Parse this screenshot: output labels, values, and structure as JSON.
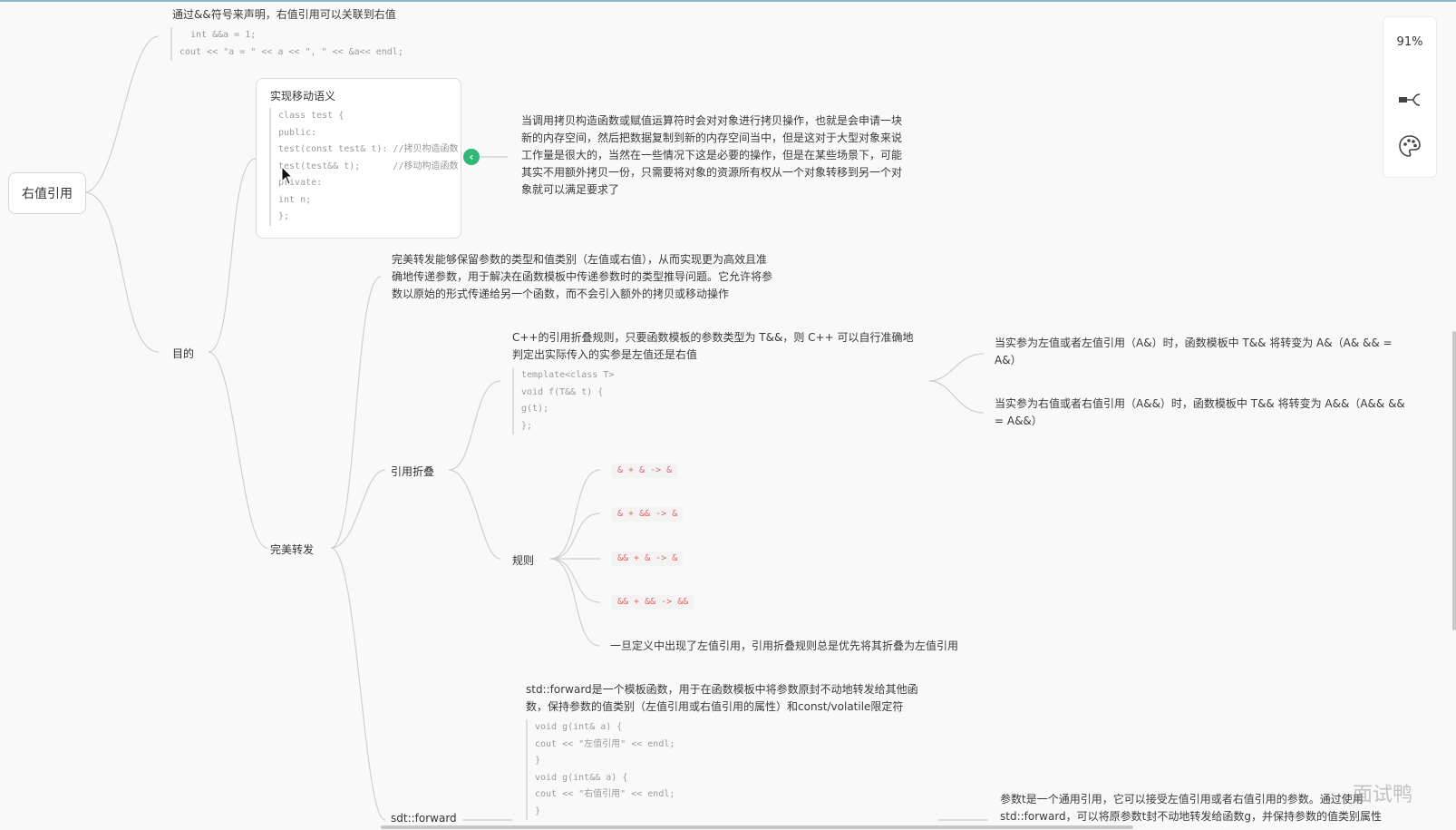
{
  "root": {
    "label": "右值引用"
  },
  "intro": {
    "text": "通过&&符号来声明，右值引用可以关联到右值",
    "code": [
      "int &&a = 1;",
      "cout << \"a = \" << a << \", \" << &a<< endl;"
    ]
  },
  "move": {
    "title": "实现移动语义",
    "code": [
      "class test {",
      "public:",
      "test(const test& t): //拷贝构造函数",
      "test(test&& t);      //移动构造函数",
      "private:",
      "int n;",
      "};"
    ],
    "desc": [
      "当调用拷贝构造函数或赋值运算符时会对对象进行拷贝操作，也就是会申请一块",
      "新的内存空间，然后把数据复制到新的内存空间当中，但是这对于大型对象来说",
      "工作量是很大的，当然在一些情况下这是必要的操作，但是在某些场景下，可能",
      "其实不用额外拷贝一份，只需要将对象的资源所有权从一个对象转移到另一个对",
      "象就可以满足要求了"
    ]
  },
  "purpose": {
    "label": "目的"
  },
  "perfect": {
    "label": "完美转发",
    "desc": [
      "完美转发能够保留参数的类型和值类别（左值或右值），从而实现更为高效且准",
      "确地传递参数，用于解决在函数模板中传递参数时的类型推导问题。它允许将参",
      "数以原始的形式传递给另一个函数，而不会引入额外的拷贝或移动操作"
    ]
  },
  "collapse": {
    "label": "引用折叠",
    "desc": [
      "C++的引用折叠规则，只要函数模板的参数类型为 T&&，则 C++ 可以自行准确地",
      "判定出实际传入的实参是左值还是右值"
    ],
    "code": [
      "template<class T>",
      "void f(T&& t) {",
      "g(t);",
      "};"
    ],
    "lvalue_case": [
      "当实参为左值或者左值引用（A&）时，函数模板中 T&& 将转变为 A&（A& && =",
      "A&）"
    ],
    "rvalue_case": [
      "当实参为右值或者右值引用（A&&）时，函数模板中 T&& 将转变为 A&&（A&& &&",
      "= A&&）"
    ]
  },
  "rules": {
    "label": "规则",
    "items": [
      "& + & -> &",
      "& + && -> &",
      "&& + & -> &",
      "&& + && -> &&"
    ],
    "note": "一旦定义中出现了左值引用，引用折叠规则总是优先将其折叠为左值引用"
  },
  "forward": {
    "label": "sdt::forward",
    "desc": [
      "std::forward是一个模板函数，用于在函数模板中将参数原封不动地转发给其他函",
      "数，保持参数的值类别（左值引用或右值引用的属性）和const/volatile限定符"
    ],
    "code": [
      "void g(int& a) {",
      "cout << \"左值引用\" << endl;",
      "}",
      "void g(int&& a) {",
      "cout << \"右值引用\" << endl;",
      "}"
    ],
    "note": [
      "参数t是一个通用引用，它可以接受左值引用或者右值引用的参数。通过使用",
      "std::forward，可以将原参数t封不动地转发给函数g，并保持参数的值类别属性"
    ]
  },
  "panel": {
    "zoom": "91%"
  },
  "watermark": "面试鸭"
}
